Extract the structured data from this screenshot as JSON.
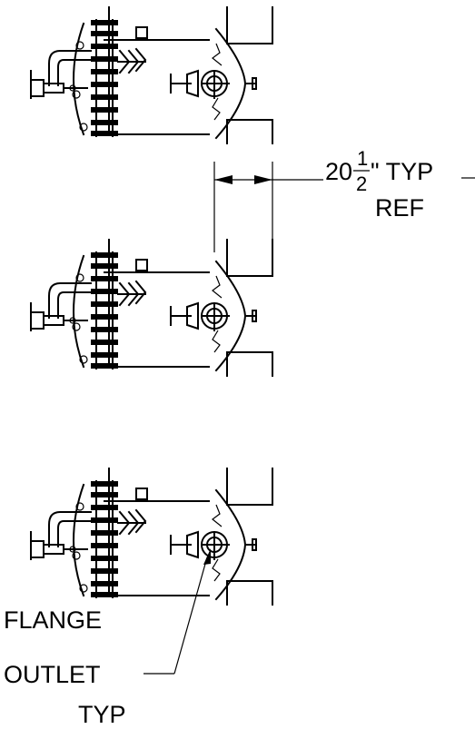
{
  "dimension": {
    "whole": "20",
    "numerator": "1",
    "denominator": "2",
    "suffix": "\" TYP",
    "ref": "REF"
  },
  "callout": {
    "line1": "FLANGE",
    "line2": "OUTLET",
    "line3": "TYP"
  }
}
